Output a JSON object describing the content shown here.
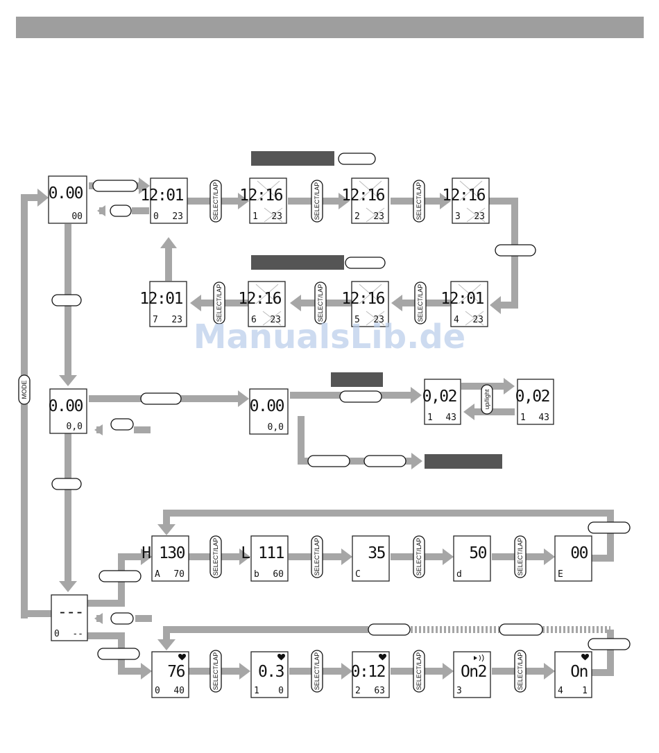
{
  "watermark": "ManualsLib.de",
  "colors": {
    "arrow": "#a6a6a6",
    "dark_bar": "#555555",
    "header_bar": "#9e9e9e",
    "lcd_outline": "#222222"
  },
  "buttons": {
    "mode": "MODE",
    "select_lap": "SELECT/LAP",
    "up_light": "up/light"
  },
  "row1": [
    {
      "main": "12:01",
      "sub_left": "0",
      "sub_right": "23"
    },
    {
      "main": "12:16",
      "sub_left": "1",
      "sub_right": "23"
    },
    {
      "main": "12:16",
      "sub_left": "2",
      "sub_right": "23"
    },
    {
      "main": "12:16",
      "sub_left": "3",
      "sub_right": "23"
    }
  ],
  "row2": [
    {
      "main": "12:01",
      "sub_left": "7",
      "sub_right": "23"
    },
    {
      "main": "12:16",
      "sub_left": "6",
      "sub_right": "23"
    },
    {
      "main": "12:16",
      "sub_left": "5",
      "sub_right": "23"
    },
    {
      "main": "12:01",
      "sub_left": "4",
      "sub_right": "23"
    }
  ],
  "start_screens": [
    {
      "main": "0.00",
      "sub_left": "",
      "sub_right": "00"
    },
    {
      "main": "0.00",
      "sub_left": "",
      "sub_right": "0,0"
    },
    {
      "main": "0.00",
      "sub_left": "",
      "sub_right": "0,0"
    },
    {
      "main": "0,02",
      "sub_left": "1",
      "sub_right": "43"
    },
    {
      "main": "0,02",
      "sub_left": "1",
      "sub_right": "43"
    },
    {
      "main": "---",
      "sub_left": "0",
      "sub_right": "--"
    }
  ],
  "row3": [
    {
      "main": "H 130",
      "sub_left": "A",
      "sub_right": "70"
    },
    {
      "main": "L 111",
      "sub_left": "b",
      "sub_right": "60"
    },
    {
      "main": "35",
      "sub_left": "C",
      "sub_right": ""
    },
    {
      "main": "50",
      "sub_left": "d",
      "sub_right": ""
    },
    {
      "main": "00",
      "sub_left": "E",
      "sub_right": ""
    }
  ],
  "row4": [
    {
      "main": "76",
      "sub_left": "0",
      "sub_right": "40",
      "icon": "heart-icon"
    },
    {
      "main": "0.3",
      "sub_left": "1",
      "sub_right": "0",
      "icon": "heart-icon"
    },
    {
      "main": "0:12",
      "sub_left": "2",
      "sub_right": "63",
      "icon": "heart-icon"
    },
    {
      "main": "On2",
      "sub_left": "3",
      "sub_right": "",
      "icon": "vibrate-icon"
    },
    {
      "main": "On",
      "sub_left": "4",
      "sub_right": "1",
      "icon": "heart-icon"
    }
  ]
}
